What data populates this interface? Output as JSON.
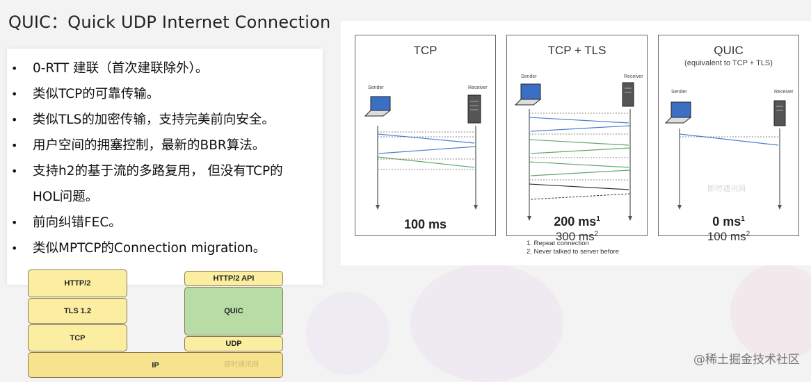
{
  "title": "QUIC：Quick UDP Internet Connection",
  "bullets": [
    {
      "text": "0-RTT 建联（首次建联除外）。"
    },
    {
      "text": "类似TCP的可靠传输。"
    },
    {
      "text": "类似TLS的加密传输，支持完美前向安全。"
    },
    {
      "text": "用户空间的拥塞控制，最新的BBR算法。"
    },
    {
      "text": "支持h2的基于流的多路复用， 但没有TCP的",
      "text2": "HOL问题。"
    },
    {
      "text": "前向纠错FEC。"
    },
    {
      "text": "类似MPTCP的Connection migration。"
    }
  ],
  "bullet_symbol": "•",
  "stack": {
    "left": [
      "HTTP/2",
      "TLS 1.2",
      "TCP"
    ],
    "right": [
      "HTTP/2 API",
      "QUIC",
      "UDP"
    ],
    "bottom": "IP",
    "watermark": "即时通讯网"
  },
  "compare": {
    "role_sender": "Sender",
    "role_receiver": "Receiver",
    "panels": [
      {
        "title": "TCP",
        "subtitle": "",
        "time": "100 ms",
        "time_sup": "",
        "time2": "",
        "time2_sup": ""
      },
      {
        "title": "TCP + TLS",
        "subtitle": "",
        "time": "200 ms",
        "time_sup": "1",
        "time2": "300 ms",
        "time2_sup": "2"
      },
      {
        "title": "QUIC",
        "subtitle": "(equivalent to TCP + TLS)",
        "time": "0 ms",
        "time_sup": "1",
        "time2": "100 ms",
        "time2_sup": "2"
      }
    ],
    "notes": [
      "1. Repeat connection",
      "2. Never talked to server before"
    ],
    "watermark": "即时通讯网"
  },
  "colors": {
    "blue_arrow": "#4a7fd0",
    "green_arrow": "#5fa86a",
    "dark_arrow": "#555555",
    "stack_yellow": "#fbeea0",
    "stack_green": "#b7dca6"
  },
  "footer": "@稀土掘金技术社区"
}
